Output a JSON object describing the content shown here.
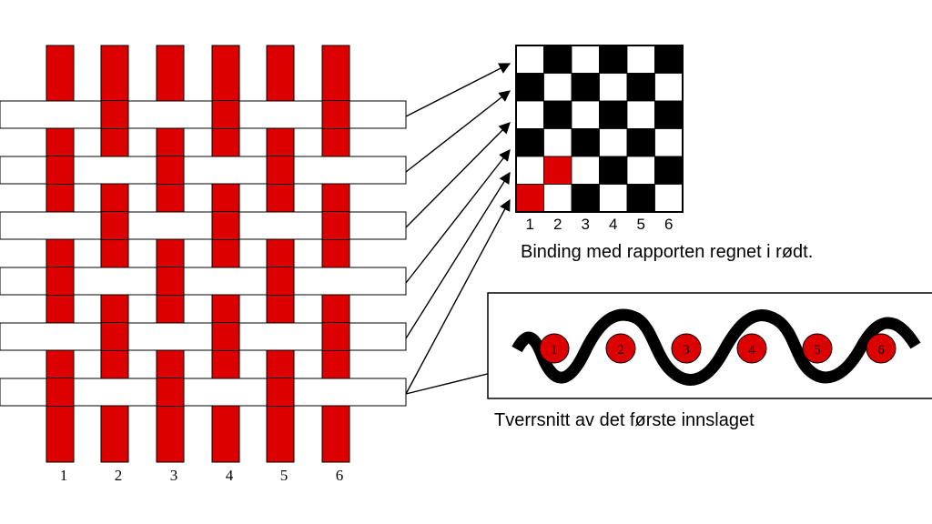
{
  "weave": {
    "warp_labels": [
      "1",
      "2",
      "3",
      "4",
      "5",
      "6"
    ],
    "warp_color": "#dd0000",
    "weft_color": "#ffffff"
  },
  "binding_grid": {
    "column_labels": [
      "1",
      "2",
      "3",
      "4",
      "5",
      "6"
    ],
    "caption": "Binding med rapporten regnet i rødt.",
    "dark_color": "#000000",
    "light_color": "#ffffff",
    "repeat_color": "#dd0000"
  },
  "cross_section": {
    "caption": "Tverrsnitt av det første innslaget",
    "bead_labels": [
      "1",
      "2",
      "3",
      "4",
      "5",
      "6"
    ],
    "bead_color": "#dd0000",
    "thread_color": "#000000"
  }
}
